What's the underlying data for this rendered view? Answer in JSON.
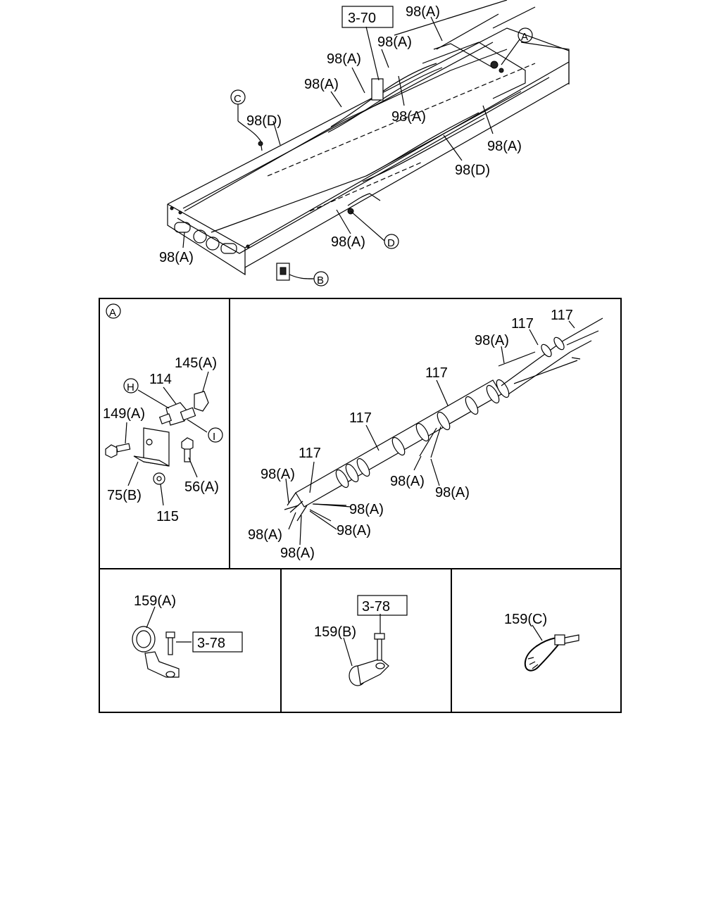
{
  "figure": {
    "top": {
      "ref_box": "3-70",
      "callouts": {
        "top_a": "98(A)",
        "a2": "98(A)",
        "a3": "98(A)",
        "a4": "98(A)",
        "a5": "98(A)",
        "a6": "98(A)",
        "d1": "98(D)",
        "d2": "98(D)",
        "a_front": "98(A)",
        "a_side": "98(A)"
      },
      "circles": {
        "A": "A",
        "B": "B",
        "C": "C",
        "D": "D"
      }
    },
    "detail_a": {
      "tag": "A",
      "labels": {
        "p145": "145(A)",
        "p114": "114",
        "H": "H",
        "p149": "149(A)",
        "I": "I",
        "p56": "56(A)",
        "p75": "75(B)",
        "p115": "115"
      }
    },
    "harness": {
      "labels": {
        "t117_a": "117",
        "t117_b": "117",
        "a_top": "98(A)",
        "t117_c": "117",
        "t117_d": "117",
        "t117_e": "117",
        "a_l1": "98(A)",
        "a_m1": "98(A)",
        "a_m2": "98(A)",
        "a_l2": "98(A)",
        "a_l3": "98(A)",
        "a_l4": "98(A)",
        "a_l5": "98(A)"
      }
    },
    "clip_a": {
      "part": "159(A)",
      "ref_box": "3-78"
    },
    "clip_b": {
      "part": "159(B)",
      "ref_box": "3-78"
    },
    "clip_c": {
      "part": "159(C)"
    }
  }
}
